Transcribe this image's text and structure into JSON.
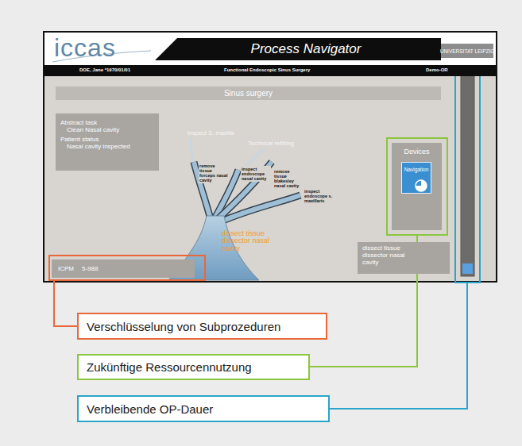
{
  "diagram": {
    "nodes": [
      {
        "text": [
          "Process Navigator"
        ]
      },
      {
        "text": [
          "UNIVERSITAT LEIPZIG"
        ]
      },
      {
        "text": [
          "DOE, Jane *1970/01/01",
          "Functional Endoscopic Sinus Surgery",
          "Demo-OR"
        ]
      },
      {
        "text": [
          "Sinus surgery"
        ]
      },
      {
        "text": [
          "Abstract task",
          "Clean Nasal cavity",
          "Patient status",
          "Nasal cavity inspected"
        ]
      },
      {
        "text": [
          "Devices"
        ]
      },
      {
        "text": [
          "Navigation"
        ],
        "in": 5
      },
      {
        "text": [
          "dissect tissue dissector nasal cavity"
        ]
      },
      {
        "text": [
          "ICPM",
          "5-988"
        ]
      },
      {
        "text": [
          "Verschlüsselung von Subprozeduren"
        ]
      },
      {
        "text": [
          "Zukünftige Ressourcennutzung"
        ]
      },
      {
        "text": [
          "Verbleibende OP-Dauer"
        ]
      }
    ],
    "labels": [
      "iccas",
      "Inspect S. maxilla",
      "Technical refitting",
      "remove tissue forceps nasal cavity",
      "inspect endoscope nasal cavity",
      "remove tissue blakesley nasal cavity",
      "inspect endoscope s. maxillaris",
      "dissect tissue dissector nasal cavity"
    ]
  }
}
